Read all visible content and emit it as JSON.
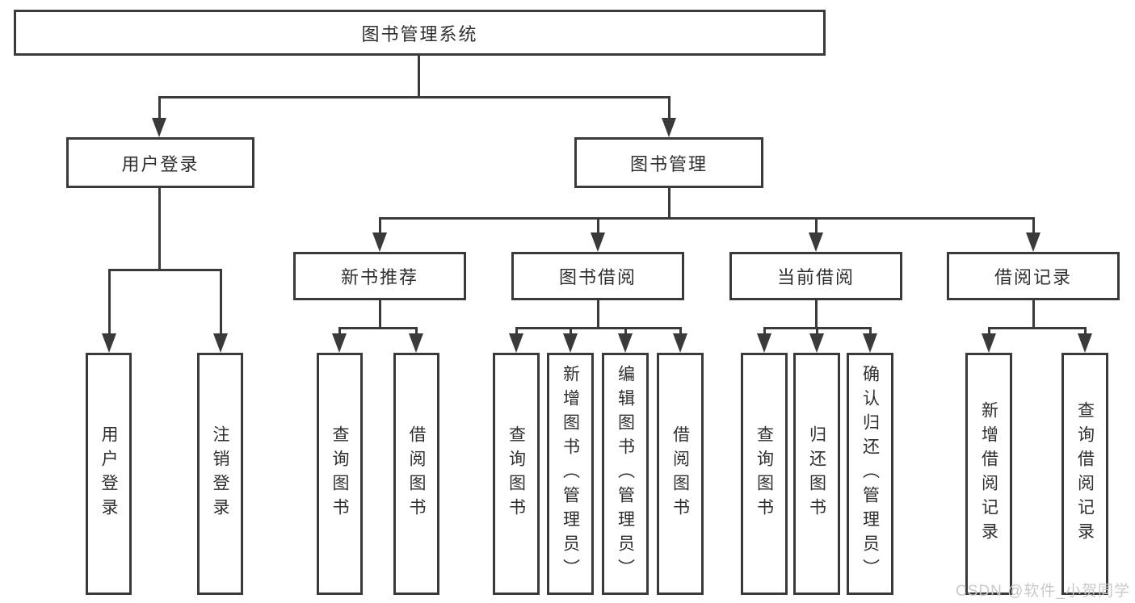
{
  "diagram": {
    "root": {
      "label": "图书管理系统"
    },
    "branches": [
      {
        "label": "用户登录",
        "children": [
          {
            "label": "用户登录"
          },
          {
            "label": "注销登录"
          }
        ]
      },
      {
        "label": "图书管理",
        "children": [
          {
            "label": "新书推荐",
            "children": [
              {
                "label": "查询图书"
              },
              {
                "label": "借阅图书"
              }
            ]
          },
          {
            "label": "图书借阅",
            "children": [
              {
                "label": "查询图书"
              },
              {
                "label": "新增图书（管理员）"
              },
              {
                "label": "编辑图书（管理员）"
              },
              {
                "label": "借阅图书"
              }
            ]
          },
          {
            "label": "当前借阅",
            "children": [
              {
                "label": "查询图书"
              },
              {
                "label": "归还图书"
              },
              {
                "label": "确认归还（管理员）"
              }
            ]
          },
          {
            "label": "借阅记录",
            "children": [
              {
                "label": "新增借阅记录"
              },
              {
                "label": "查询借阅记录"
              }
            ]
          }
        ]
      }
    ]
  },
  "watermark": {
    "text": "CSDN @软件_小贺同学"
  },
  "colors": {
    "line": "#3a3a3a",
    "text": "#2f2f2f",
    "background": "#ffffff",
    "watermark": "#c9c9c9"
  }
}
